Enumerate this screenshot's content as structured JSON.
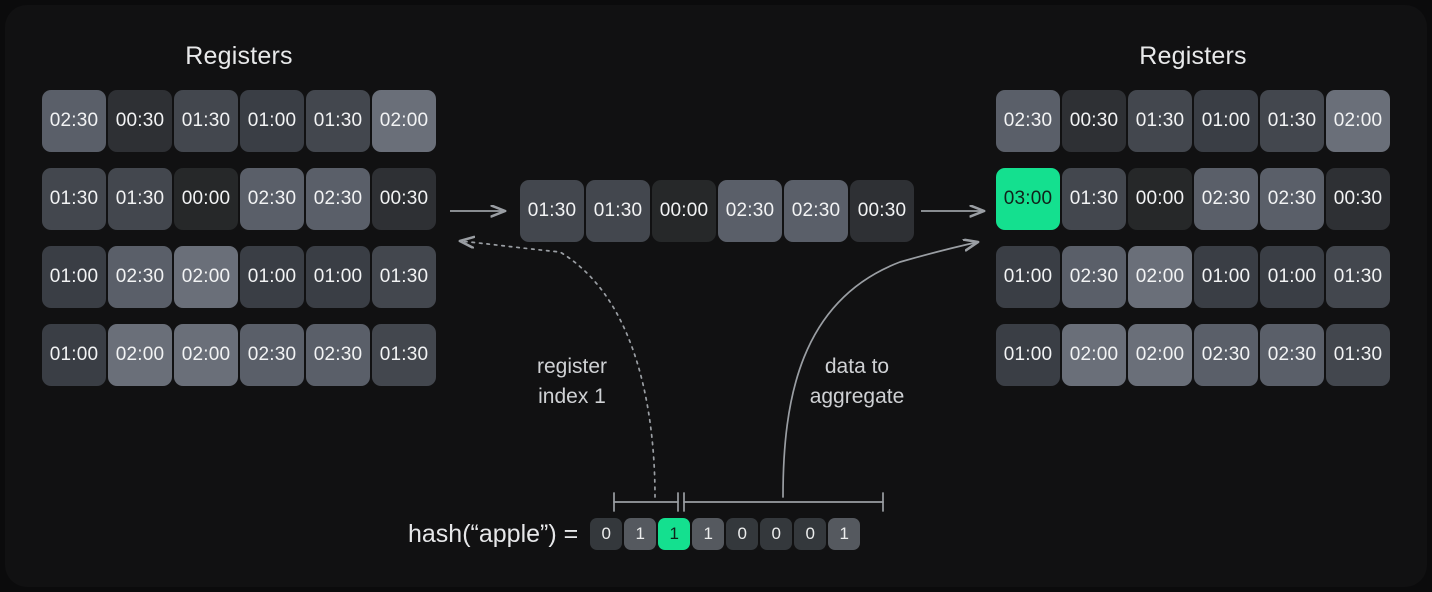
{
  "theme": {
    "page_bg": "#0b0b0c",
    "card_bg": "#111112",
    "accent": "#14e08f",
    "text": "#e8e9ea",
    "muted_text": "#cfd1d4",
    "line": "#9a9ea3"
  },
  "value_colors": {
    "00:00": "#262829",
    "00:30": "#2e3034",
    "01:00": "#3a3e45",
    "01:30": "#43474e",
    "02:00": "#6a6f79",
    "02:30": "#5a5f69",
    "03:00": "#14e08f"
  },
  "left_panel": {
    "title": "Registers",
    "rows": [
      [
        "02:30",
        "00:30",
        "01:30",
        "01:00",
        "01:30",
        "02:00"
      ],
      [
        "01:30",
        "01:30",
        "00:00",
        "02:30",
        "02:30",
        "00:30"
      ],
      [
        "01:00",
        "02:30",
        "02:00",
        "01:00",
        "01:00",
        "01:30"
      ],
      [
        "01:00",
        "02:00",
        "02:00",
        "02:30",
        "02:30",
        "01:30"
      ]
    ]
  },
  "middle_row": {
    "values": [
      "01:30",
      "01:30",
      "00:00",
      "02:30",
      "02:30",
      "00:30"
    ]
  },
  "right_panel": {
    "title": "Registers",
    "rows": [
      [
        "02:30",
        "00:30",
        "01:30",
        "01:00",
        "01:30",
        "02:00"
      ],
      [
        "03:00",
        "01:30",
        "00:00",
        "02:30",
        "02:30",
        "00:30"
      ],
      [
        "01:00",
        "02:30",
        "02:00",
        "01:00",
        "01:00",
        "01:30"
      ],
      [
        "01:00",
        "02:00",
        "02:00",
        "02:30",
        "02:30",
        "01:30"
      ]
    ],
    "highlight": {
      "row": 1,
      "col": 0,
      "value": "03:00"
    }
  },
  "annotations": {
    "register_index": "register\nindex 1",
    "data_to_aggregate": "data to\naggregate"
  },
  "hash": {
    "label": "hash(“apple”) =",
    "bits": [
      "0",
      "1",
      "1",
      "1",
      "0",
      "0",
      "0",
      "1"
    ],
    "highlight_index": 2,
    "bit_colors": {
      "0": "#34383c",
      "1": "#55595f"
    },
    "brackets": [
      {
        "name": "register-index-bracket",
        "from_bit": 0,
        "to_bit": 1
      },
      {
        "name": "data-to-aggregate-bracket",
        "from_bit": 2,
        "to_bit": 7
      }
    ]
  },
  "connectors": [
    {
      "name": "left-to-middle-arrow",
      "style": "solid",
      "direction": "right"
    },
    {
      "name": "middle-to-right-arrow",
      "style": "solid",
      "direction": "right"
    },
    {
      "name": "register-index-connector",
      "style": "dotted",
      "direction": "left"
    },
    {
      "name": "data-aggregate-connector",
      "style": "solid",
      "direction": "up-right"
    }
  ]
}
